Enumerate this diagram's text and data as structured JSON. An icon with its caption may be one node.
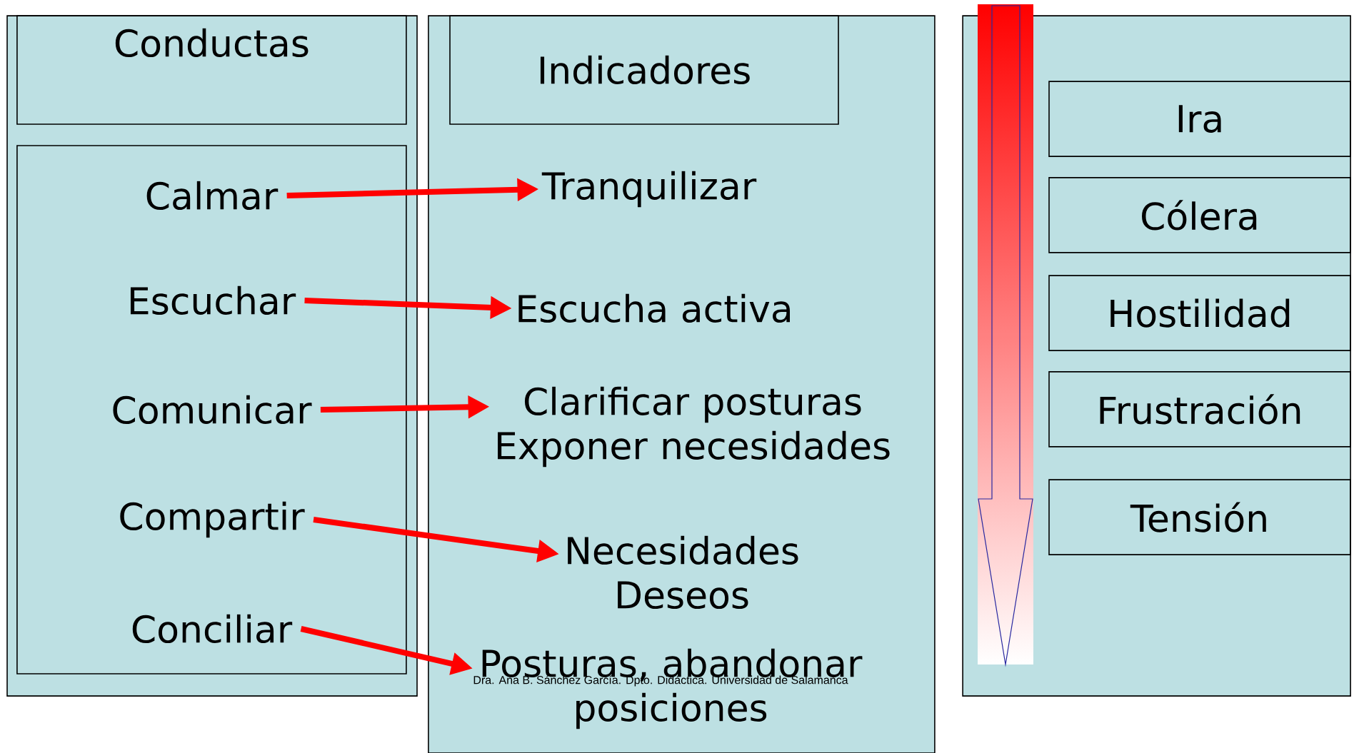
{
  "diagram": {
    "nodes": [
      {
        "text": [],
        "shape": "box"
      },
      {
        "text": [
          "Conductas"
        ],
        "in": 0
      },
      {
        "text": [],
        "shape": "box",
        "in": 0
      },
      {
        "text": [
          "Calmar"
        ],
        "in": 2
      },
      {
        "text": [
          "Escuchar"
        ],
        "in": 2
      },
      {
        "text": [
          "Comunicar"
        ],
        "in": 2
      },
      {
        "text": [
          "Compartir"
        ],
        "in": 2
      },
      {
        "text": [
          "Conciliar"
        ],
        "in": 2
      },
      {
        "text": [],
        "shape": "box"
      },
      {
        "text": [
          "Indicadores"
        ],
        "in": 8
      },
      {
        "text": [
          "Tranquilizar"
        ],
        "in": 8
      },
      {
        "text": [
          "Escucha activa"
        ],
        "in": 8
      },
      {
        "text": [
          "Clarificar posturas Exponer necesidades"
        ],
        "in": 8
      },
      {
        "text": [
          "Necesidades Deseos"
        ],
        "in": 8
      },
      {
        "text": [
          "Posturas, abandonar posiciones"
        ],
        "in": 8
      },
      {
        "text": [],
        "shape": "box"
      },
      {
        "text": [
          "Ira"
        ],
        "in": 15
      },
      {
        "text": [
          "Cólera"
        ],
        "in": 15
      },
      {
        "text": [
          "Hostilidad"
        ],
        "in": 15
      },
      {
        "text": [
          "Frustración"
        ],
        "in": 15
      },
      {
        "text": [
          "Tensión"
        ],
        "in": 15
      }
    ],
    "edges": [
      {
        "from": 3,
        "to": 10,
        "arrow": "to"
      },
      {
        "from": 4,
        "to": 11,
        "arrow": "to"
      },
      {
        "from": 5,
        "to": 12,
        "arrow": "to"
      },
      {
        "from": 6,
        "to": 13,
        "arrow": "to"
      },
      {
        "from": 7,
        "to": 14,
        "arrow": "to"
      }
    ],
    "labels": [
      "Dra. Ana B. Sánchez García. Dpto. Didáctica. Universidad de Salamanca"
    ]
  }
}
